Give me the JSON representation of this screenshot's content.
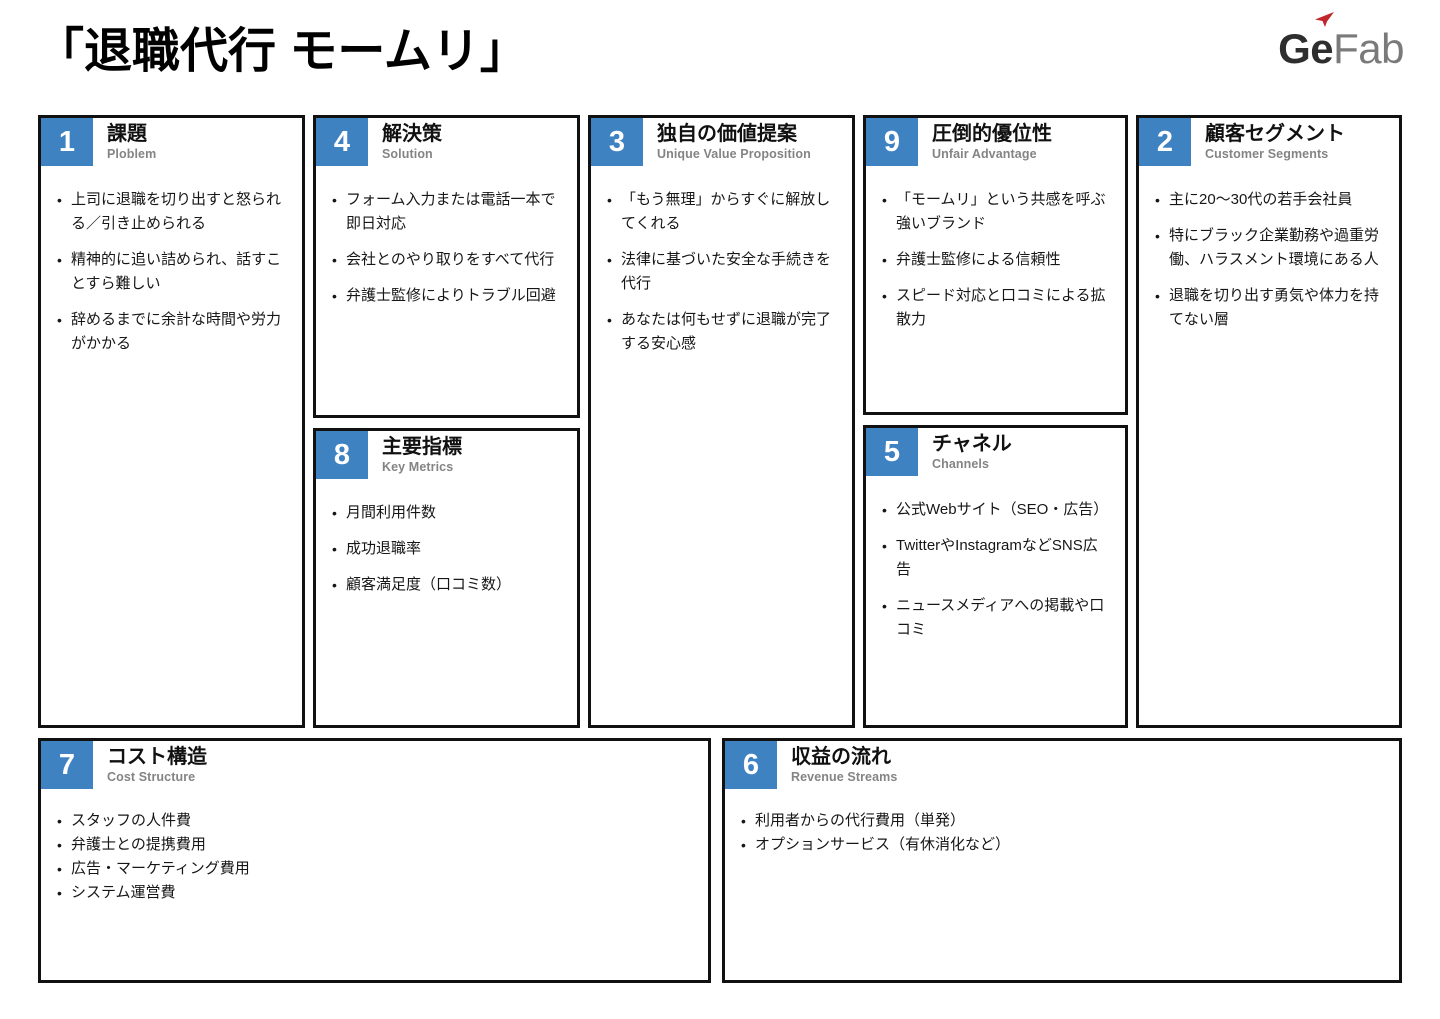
{
  "header": {
    "title": "「退職代行 モームリ」",
    "logo": {
      "primary": "Ge",
      "secondary": "Fab",
      "accent_icon": "paper-plane-icon",
      "accent_color": "#c0272d",
      "primary_color": "#2e2e2e",
      "secondary_color": "#7a7a7a"
    }
  },
  "theme": {
    "badge_blue": "#3f82c2",
    "border_black": "#111111",
    "subtitle_gray": "#848484",
    "body_black": "#161616",
    "background": "#ffffff"
  },
  "canvas": {
    "type": "lean-canvas",
    "panels": [
      {
        "number": "1",
        "title_ja": "課題",
        "title_en": "Ploblem",
        "items": [
          "上司に退職を切り出すと怒られる／引き止められる",
          "精神的に追い詰められ、話すことすら難しい",
          "辞めるまでに余計な時間や労力がかかる"
        ]
      },
      {
        "number": "4",
        "title_ja": "解決策",
        "title_en": "Solution",
        "items": [
          "フォーム入力または電話一本で即日対応",
          "会社とのやり取りをすべて代行",
          "弁護士監修によりトラブル回避"
        ]
      },
      {
        "number": "8",
        "title_ja": "主要指標",
        "title_en": "Key Metrics",
        "items": [
          "月間利用件数",
          "成功退職率",
          "顧客満足度（口コミ数）"
        ]
      },
      {
        "number": "3",
        "title_ja": "独自の価値提案",
        "title_en": "Unique Value Proposition",
        "items": [
          "「もう無理」からすぐに解放してくれる",
          "法律に基づいた安全な手続きを代行",
          "あなたは何もせずに退職が完了する安心感"
        ]
      },
      {
        "number": "9",
        "title_ja": "圧倒的優位性",
        "title_en": "Unfair Advantage",
        "items": [
          "「モームリ」という共感を呼ぶ強いブランド",
          "弁護士監修による信頼性",
          "スピード対応と口コミによる拡散力"
        ]
      },
      {
        "number": "5",
        "title_ja": "チャネル",
        "title_en": "Channels",
        "items": [
          "公式Webサイト（SEO・広告）",
          "TwitterやInstagramなどSNS広告",
          "ニュースメディアへの掲載や口コミ"
        ]
      },
      {
        "number": "2",
        "title_ja": "顧客セグメント",
        "title_en": "Customer Segments",
        "items": [
          "主に20〜30代の若手会社員",
          "特にブラック企業勤務や過重労働、ハラスメント環境にある人",
          "退職を切り出す勇気や体力を持てない層"
        ]
      },
      {
        "number": "7",
        "title_ja": "コスト構造",
        "title_en": "Cost Structure",
        "items": [
          "スタッフの人件費",
          "弁護士との提携費用",
          "広告・マーケティング費用",
          "システム運営費"
        ]
      },
      {
        "number": "6",
        "title_ja": "収益の流れ",
        "title_en": "Revenue Streams",
        "items": [
          "利用者からの代行費用（単発）",
          "オプションサービス（有休消化など）"
        ]
      }
    ]
  }
}
